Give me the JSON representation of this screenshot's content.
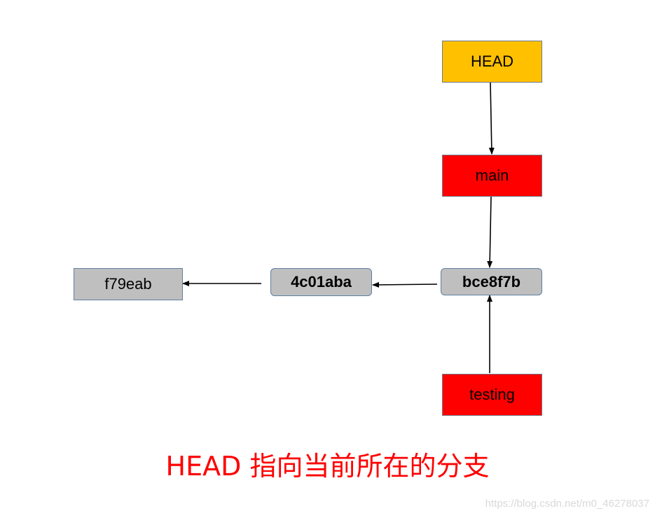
{
  "diagram": {
    "nodes": {
      "head": {
        "label": "HEAD",
        "kind": "pointer",
        "color": "#ffc000"
      },
      "main": {
        "label": "main",
        "kind": "branch",
        "color": "#ff0000"
      },
      "testing": {
        "label": "testing",
        "kind": "branch",
        "color": "#ff0000"
      },
      "commit_bce8f7b": {
        "label": "bce8f7b",
        "kind": "commit",
        "color": "#bfbfbf"
      },
      "commit_4c01aba": {
        "label": "4c01aba",
        "kind": "commit",
        "color": "#bfbfbf"
      },
      "commit_f79eab": {
        "label": "f79eab",
        "kind": "commit",
        "color": "#bfbfbf"
      }
    },
    "edges": [
      {
        "from": "head",
        "to": "main"
      },
      {
        "from": "main",
        "to": "commit_bce8f7b"
      },
      {
        "from": "testing",
        "to": "commit_bce8f7b"
      },
      {
        "from": "commit_bce8f7b",
        "to": "commit_4c01aba"
      },
      {
        "from": "commit_4c01aba",
        "to": "commit_f79eab"
      }
    ]
  },
  "caption": "HEAD 指向当前所在的分支",
  "watermark": "https://blog.csdn.net/m0_46278037"
}
